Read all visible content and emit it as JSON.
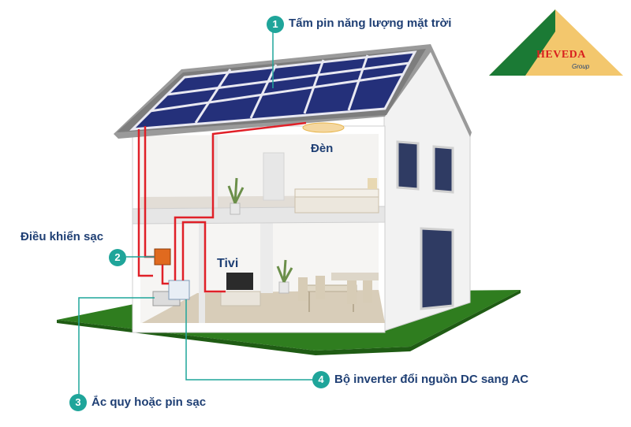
{
  "labels": {
    "solar_panel": "Tấm pin năng lượng mặt trời",
    "light": "Đèn",
    "charge_controller": "Điều khiển sạc",
    "tv": "Tivi",
    "inverter": "Bộ inverter đổi nguồn DC sang AC",
    "battery": "Ắc quy hoặc pin sạc"
  },
  "badges": {
    "b1": "1",
    "b2": "2",
    "b3": "3",
    "b4": "4"
  },
  "logo": {
    "name": "HEVEDA",
    "sub": "Group"
  },
  "colors": {
    "badge": "#1fa59a",
    "label": "#1f3f74",
    "wire": "#e02028",
    "callout_line": "#1fa59a",
    "ground": "#2f7d1f",
    "logo_yellow": "#f3c76d",
    "logo_green": "#1b7a35"
  }
}
